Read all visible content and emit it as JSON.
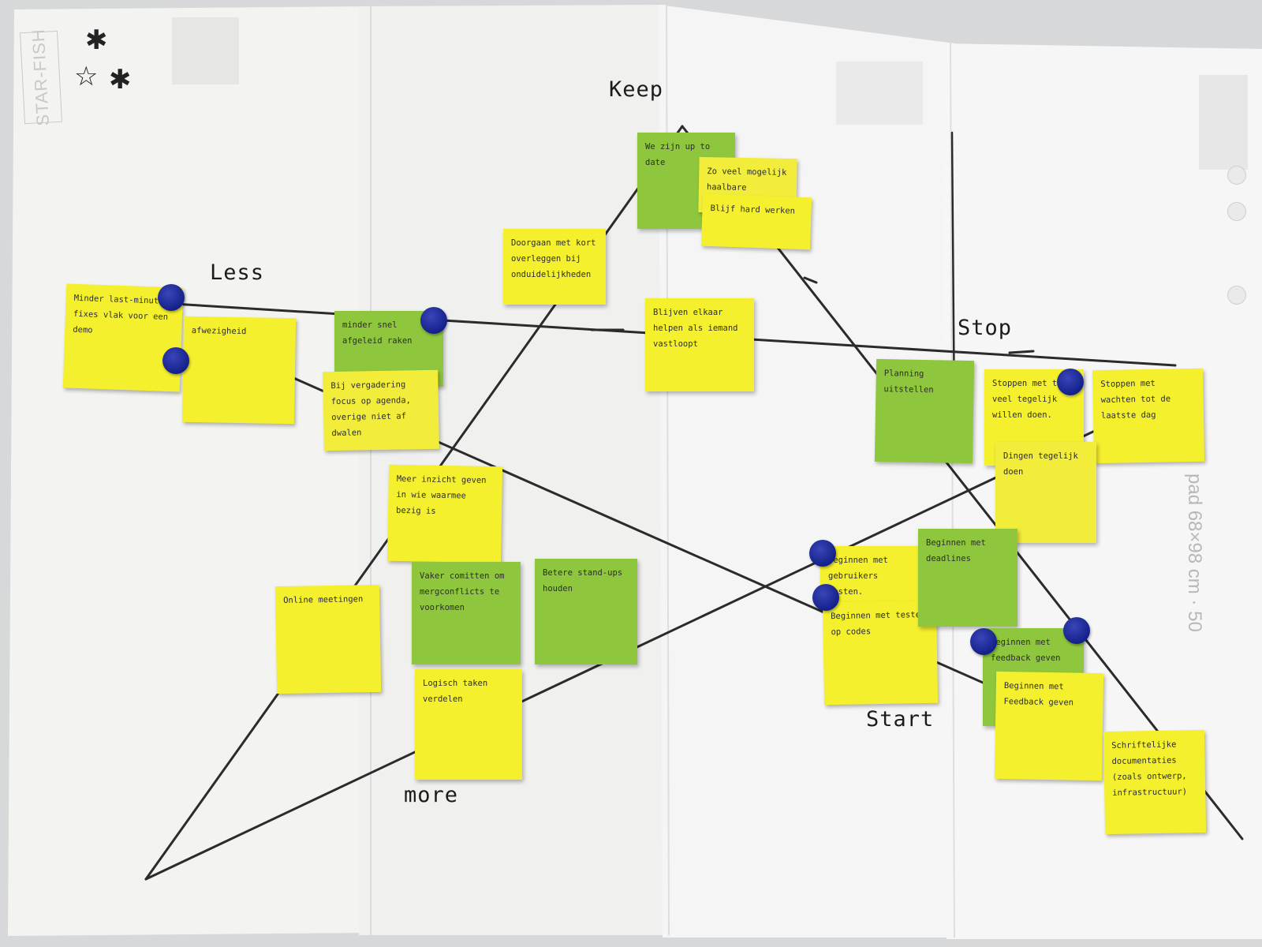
{
  "board": {
    "labels": {
      "keep": "Keep",
      "less": "Less",
      "stop": "Stop",
      "start": "Start",
      "more": "more"
    },
    "logo_text": "STAR-FISH",
    "side_print": "pad 68×98 cm · 50",
    "colors": {
      "paper": "#f4f4f3",
      "yellow_note": "#f4f02e",
      "green_note": "#8ec63d",
      "pin": "#1a2590",
      "line": "#2b2b2b"
    },
    "icons": [
      "scribbled-star-icon",
      "star-outline-icon",
      "scribbled-star-icon"
    ]
  },
  "notes": {
    "less_1": "Minder last-minute fixes vlak voor een demo",
    "less_2": "afwezigheid",
    "less_3": "minder snel afgeleid raken",
    "less_4": "Bij vergadering focus op agenda, overige niet af dwalen",
    "keep_1": "We zijn up to date",
    "keep_2": "Zo veel mogelijk haalbare planning opstellen",
    "keep_3": "Blijf hard werken",
    "keep_4": "Doorgaan met kort overleggen bij onduidelijkheden",
    "keep_5": "Blijven elkaar helpen als iemand vastloopt",
    "stop_1": "Planning uitstellen",
    "stop_2": "Stoppen met te veel tegelijk willen doen.",
    "stop_3": "Stoppen met wachten tot de laatste dag",
    "stop_4": "Dingen tegelijk doen",
    "more_1": "Meer inzicht geven in wie waarmee bezig is",
    "more_2": "Vaker comitten om mergconflicts te voorkomen",
    "more_3": "Betere stand-ups houden",
    "more_4": "Online meetingen",
    "more_5": "Logisch taken verdelen",
    "start_1": "Beginnen met gebruikers testen.",
    "start_2": "Beginnen met testen op codes",
    "start_3": "Beginnen met deadlines",
    "start_4": "Beginnen met feedback geven",
    "start_5": "Beginnen met Feedback geven",
    "start_6": "Schriftelijke documentaties (zoals ontwerp, infrastructuur)"
  }
}
